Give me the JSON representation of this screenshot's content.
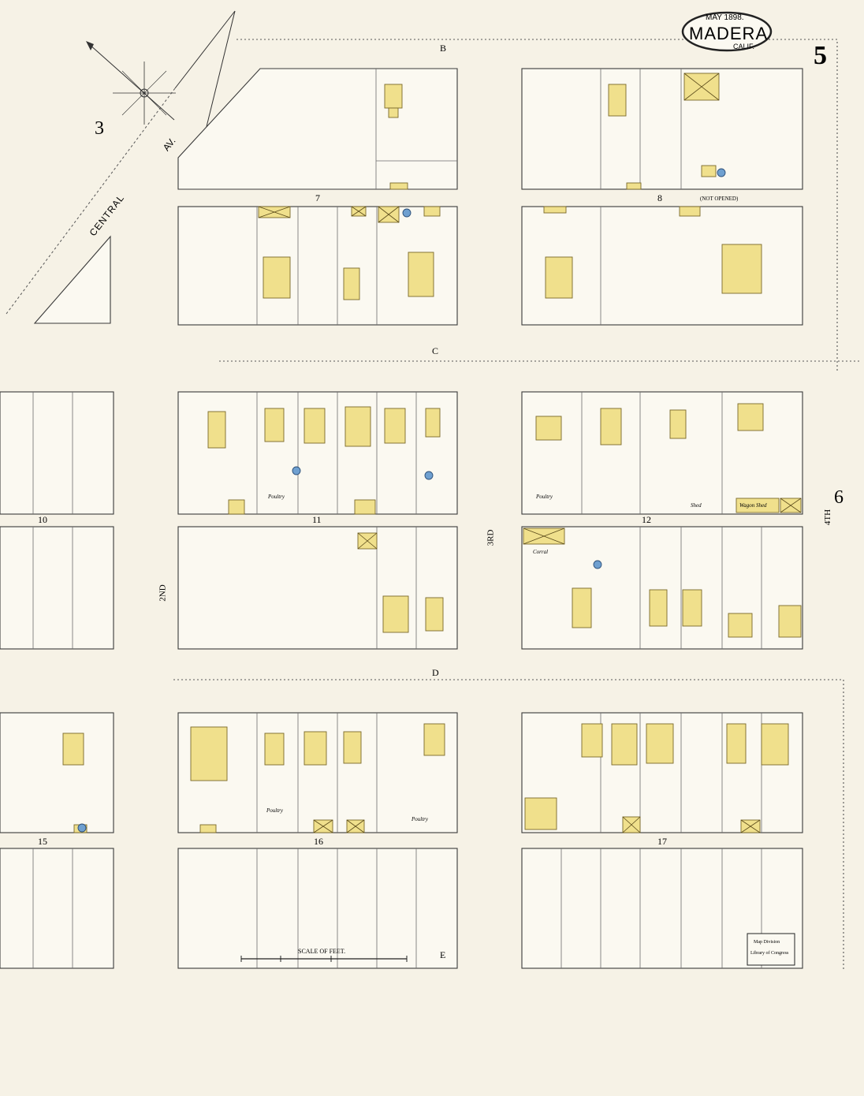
{
  "title_box": {
    "date": "MAY 1898.",
    "city": "MADERA",
    "state": "CALIF."
  },
  "sheet_number": "5",
  "adjacent_sheets": {
    "northwest": "3",
    "east": "6"
  },
  "streets": {
    "B": "B",
    "C": "C",
    "D": "D",
    "E": "E",
    "second": "2ND",
    "third": "3RD",
    "fourth": "4TH",
    "central_av": "CENTRAL",
    "central_av_suffix": "AV."
  },
  "blocks": [
    "7",
    "8",
    "10",
    "11",
    "12",
    "15",
    "16",
    "17"
  ],
  "notes": {
    "not_opened": "(NOT OPENED)",
    "scale": "SCALE OF FEET.",
    "wagon_shed": "Wagon Shed",
    "poultry": "Poultry",
    "corral": "Corral",
    "shed": "Shed"
  },
  "stamp": {
    "line1": "Map Division",
    "line2": "Library of Congress"
  }
}
